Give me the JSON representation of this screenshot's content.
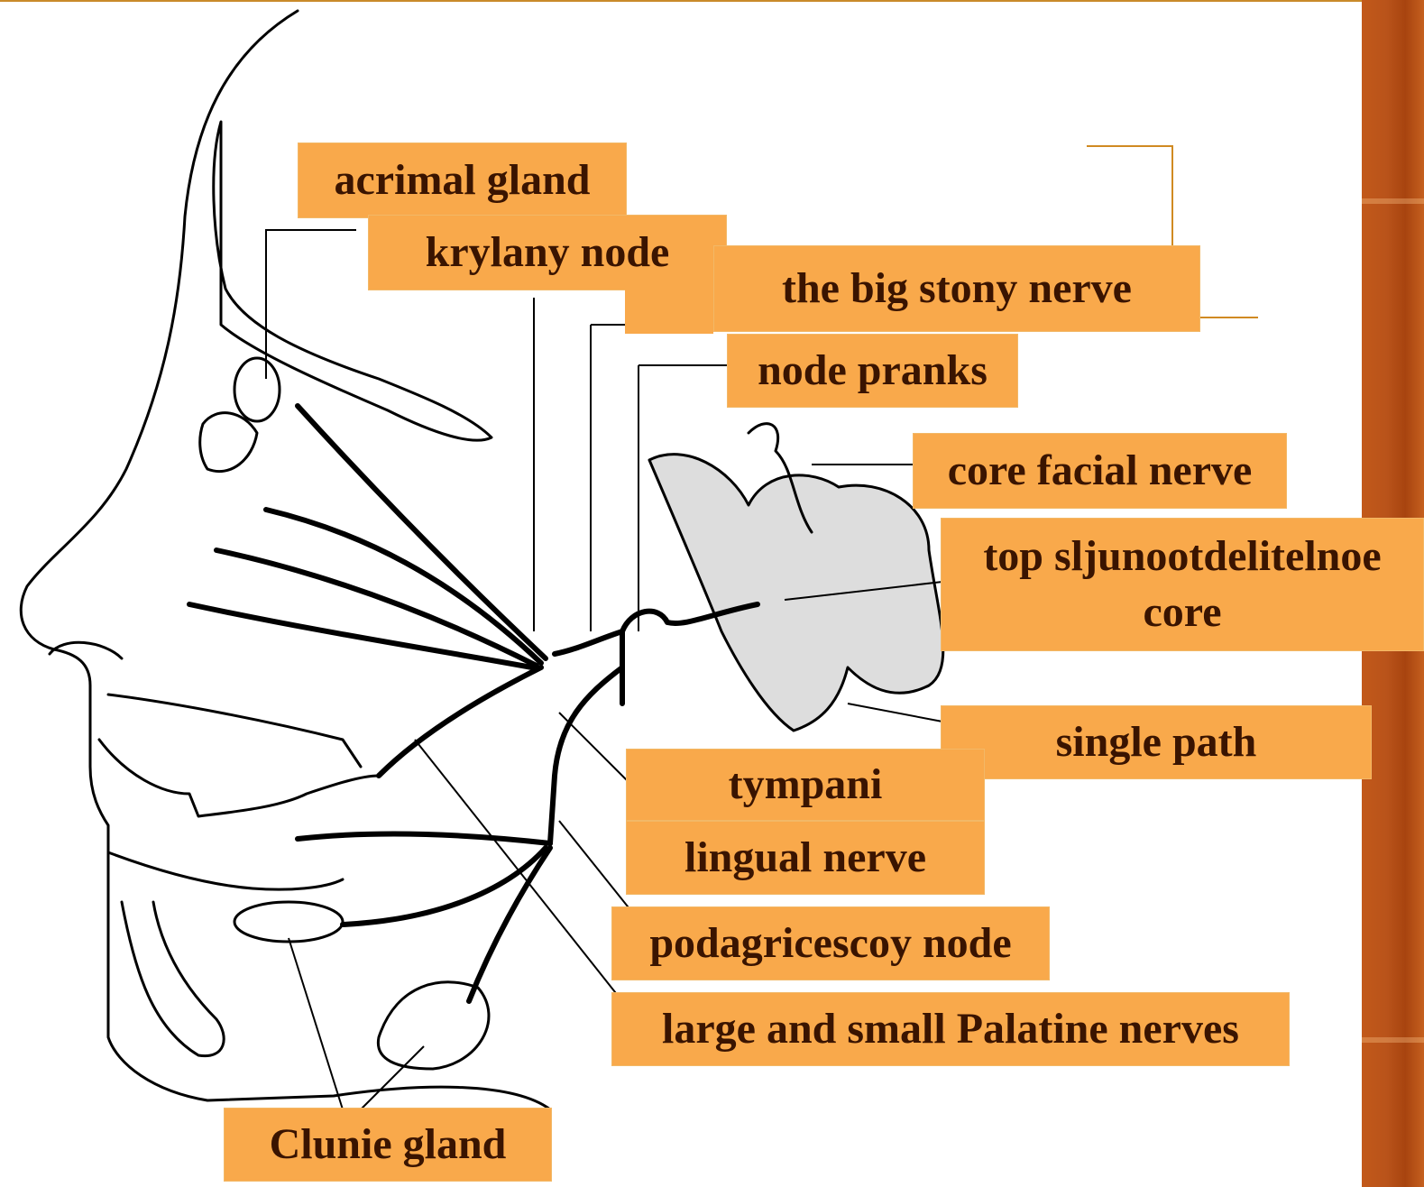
{
  "colors": {
    "label_fill": "#f9a94b",
    "label_text": "#3a1400",
    "side_bar": "#b9531a",
    "line": "#000000",
    "gland_fill": "#dddddd"
  },
  "labels": {
    "lacrimal_gland": "acrimal gland",
    "krylany_node": "krylany node",
    "big_stony_nerve": "the big stony nerve",
    "node_pranks": "node pranks",
    "core_facial_nerve": "core facial nerve",
    "top_salivary_core": "top  sljunootdelitelnoe core",
    "single_path": "single path",
    "tympani": "tympani",
    "lingual_nerve": "lingual nerve",
    "podagricescoy_node": "podagricescoy node",
    "palatine_nerves": "large and small Palatine nerves",
    "clunie_gland": "Clunie gland"
  }
}
